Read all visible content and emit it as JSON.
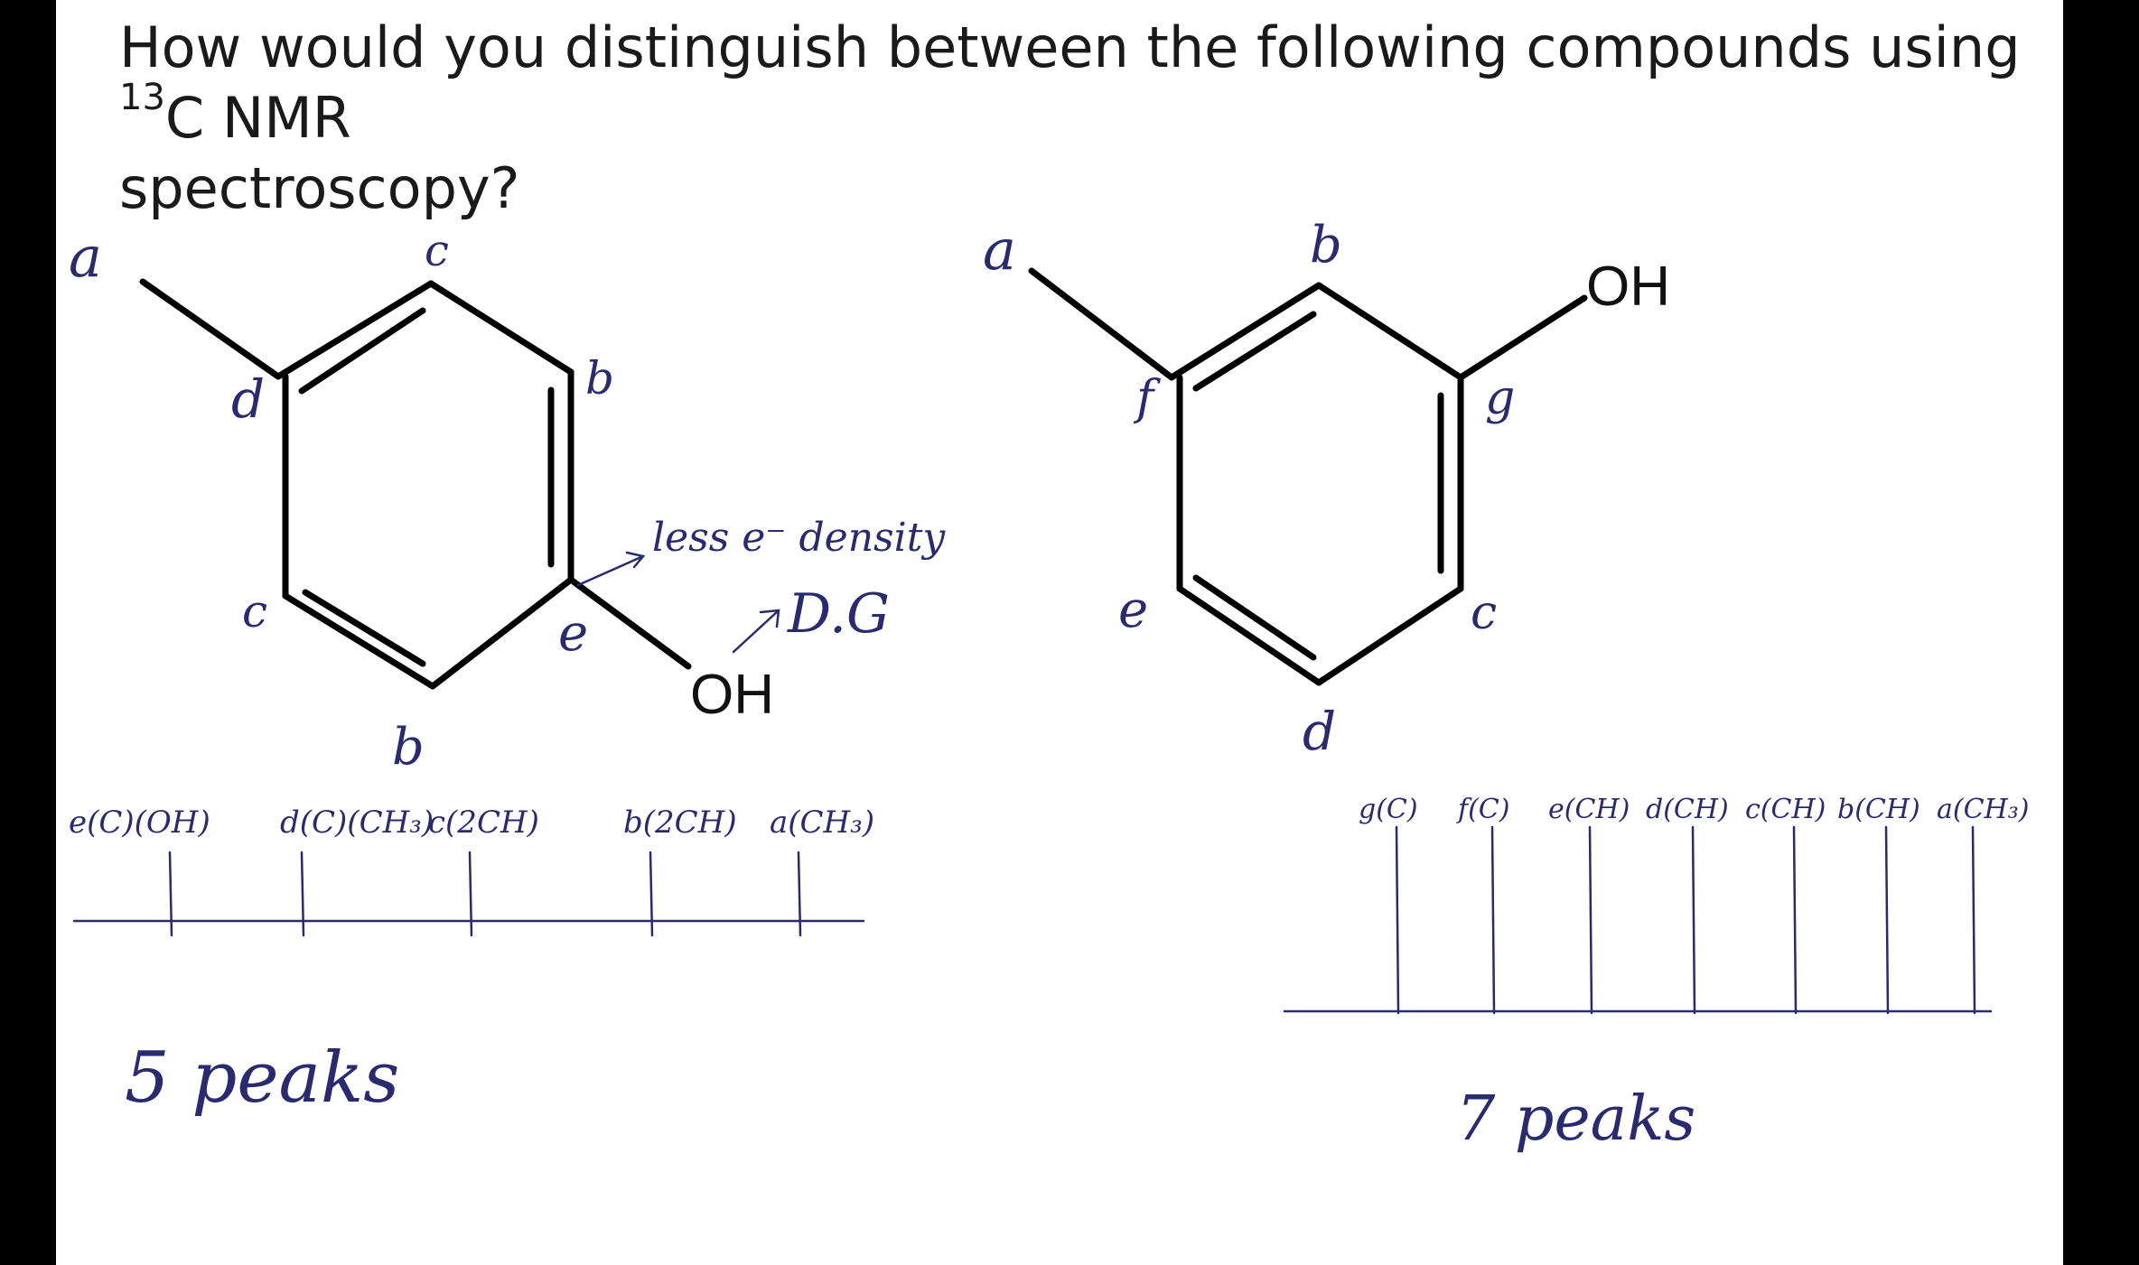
{
  "question": {
    "text_before": "How would you distinguish between the following compounds using ",
    "superscript": "13",
    "text_after": "C NMR",
    "line2": "spectroscopy?"
  },
  "compound1": {
    "substituent": "OH",
    "labels": {
      "methyl": "a",
      "top": "c",
      "upper_right": "b",
      "ipso_ch3": "d",
      "lower_left": "c",
      "bottom": "b",
      "ipso_oh": "e"
    },
    "annotations": {
      "arrow_note": "less e⁻ density",
      "dg_note": "D.G"
    },
    "spectrum_peaks": [
      "e(C)(OH)",
      "d(C)(CH₃)",
      "c(2CH)",
      "b(2CH)",
      "a(CH₃)"
    ],
    "summary": "5 peaks"
  },
  "compound2": {
    "substituent": "OH",
    "labels": {
      "methyl": "a",
      "top": "b",
      "ipso_ch3": "f",
      "ipso_oh": "g",
      "lower_left": "e",
      "lower_right": "c",
      "bottom": "d"
    },
    "spectrum_peaks": [
      "g(C)",
      "f(C)",
      "e(CH)",
      "d(CH)",
      "c(CH)",
      "b(CH)",
      "a(CH₃)"
    ],
    "summary": "7 peaks"
  },
  "colors": {
    "ink": "#2a2a6e",
    "bond": "#000000",
    "background": "#ffffff",
    "frame": "#000000"
  }
}
